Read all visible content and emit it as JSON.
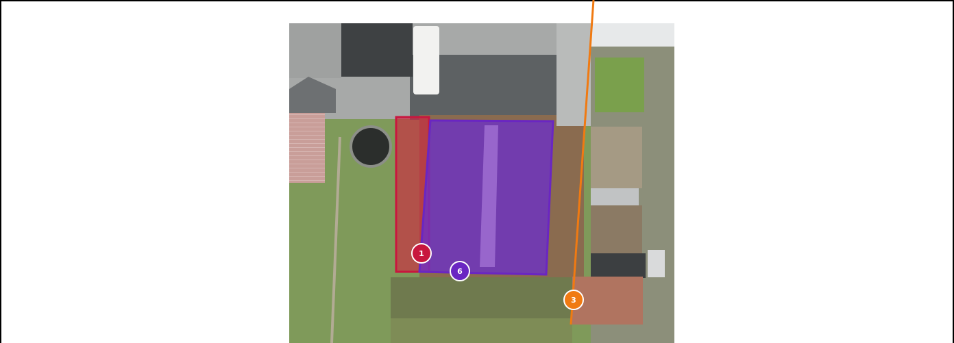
{
  "map": {
    "markers": [
      {
        "label": "1",
        "color": "#c8173e"
      },
      {
        "label": "6",
        "color": "#6a26c2"
      },
      {
        "label": "3",
        "color": "#f07a12"
      }
    ],
    "colors": {
      "zone_red": "#d4213f",
      "zone_purple": "#6b2fc9",
      "boundary_line": "#f07a12",
      "grass": "#7f9a5a",
      "pavement": "#a7a9a8",
      "roof_dark": "#3e4143",
      "roof_red": "#b8756c"
    }
  }
}
